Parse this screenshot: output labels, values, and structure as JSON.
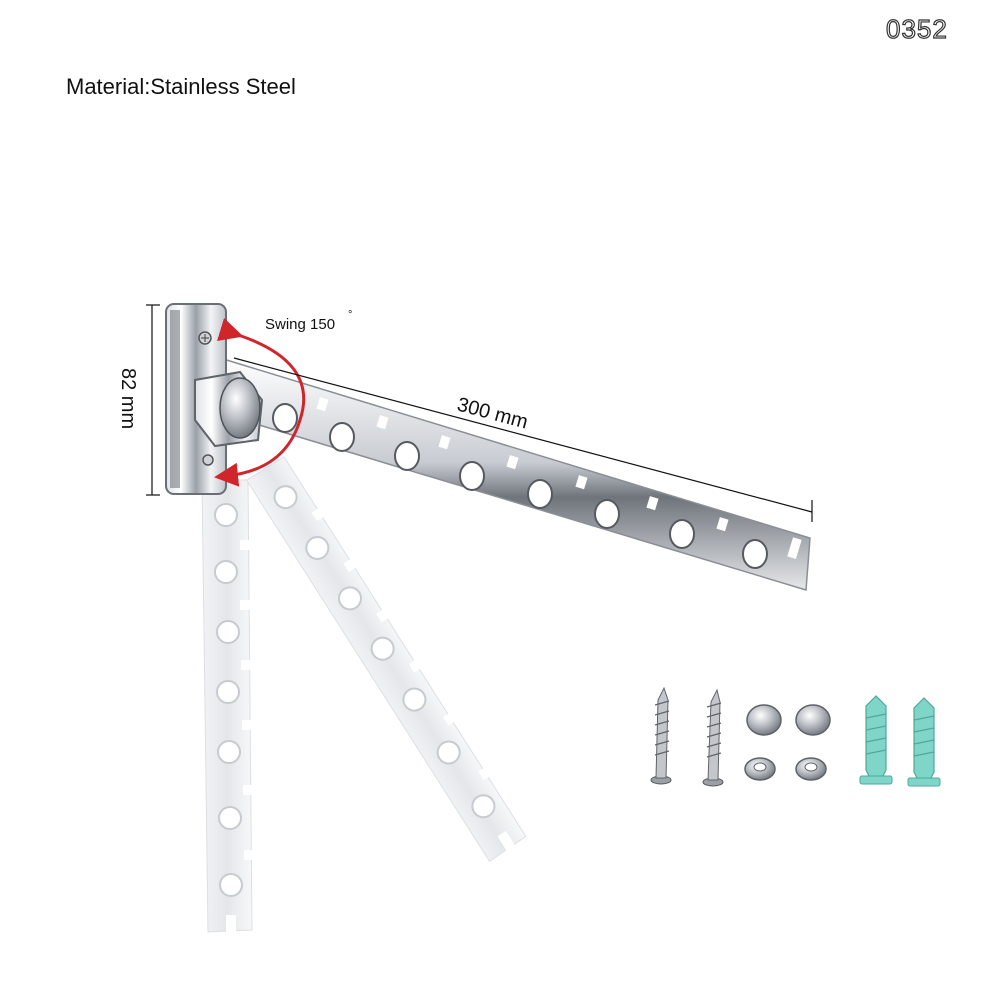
{
  "corner_code": "0352",
  "material_label": "Material:Stainless Steel",
  "dimensions": {
    "height_label": "82 mm",
    "length_label": "300 mm",
    "swing_label": "Swing 150",
    "swing_degree_mark": "°"
  },
  "hardware": {
    "screws": 2,
    "caps": 4,
    "anchors": 2,
    "anchor_color": "#7fd6c8"
  },
  "colors": {
    "swing_arrow": "#d0262b",
    "steel_light": "#f4f5f7",
    "steel_dark": "#7d828a"
  }
}
